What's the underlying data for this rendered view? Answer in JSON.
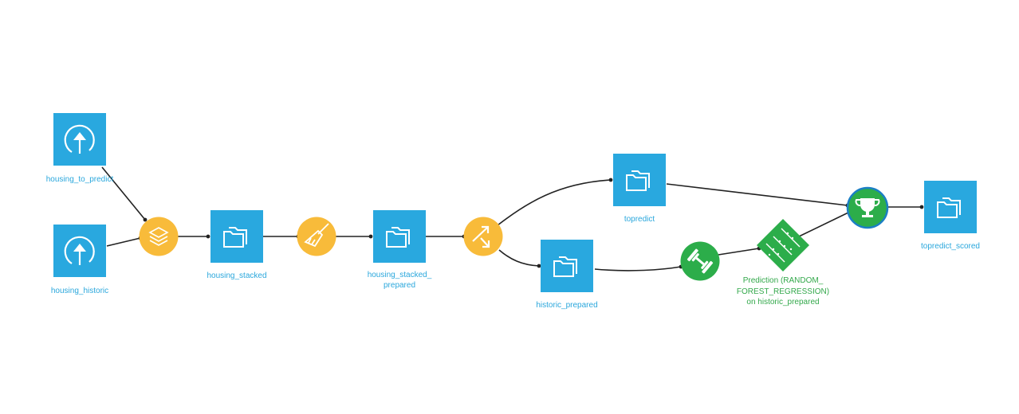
{
  "colors": {
    "dataset": "#29a8df",
    "recipe": "#f8bb3a",
    "model": "#2cad4a",
    "scoring_ring": "#1b7fc4",
    "edge": "#222222",
    "dataset_label": "#2aa7dc",
    "model_label": "#32a84a"
  },
  "nodes": {
    "housing_to_predict": {
      "label": "housing_to_predict",
      "icon": "upload-icon"
    },
    "housing_historic": {
      "label": "housing_historic",
      "icon": "upload-icon"
    },
    "stack_recipe": {
      "icon": "layers-icon"
    },
    "housing_stacked": {
      "label": "housing_stacked",
      "icon": "folder-icon"
    },
    "prepare_recipe": {
      "icon": "broom-icon"
    },
    "housing_stacked_prepared": {
      "label_line1": "housing_stacked_",
      "label_line2": "prepared",
      "icon": "folder-icon"
    },
    "split_recipe": {
      "icon": "split-icon"
    },
    "topredict": {
      "label": "topredict",
      "icon": "folder-icon"
    },
    "historic_prepared": {
      "label": "historic_prepared",
      "icon": "folder-icon"
    },
    "train_recipe": {
      "icon": "dumbbell-icon"
    },
    "prediction_model": {
      "label_line1": "Prediction (RANDOM_",
      "label_line2": "FOREST_REGRESSION)",
      "label_line3": "on historic_prepared",
      "icon": "model-icon"
    },
    "score_recipe": {
      "icon": "trophy-icon"
    },
    "topredict_scored": {
      "label": "topredict_scored",
      "icon": "folder-icon"
    }
  }
}
